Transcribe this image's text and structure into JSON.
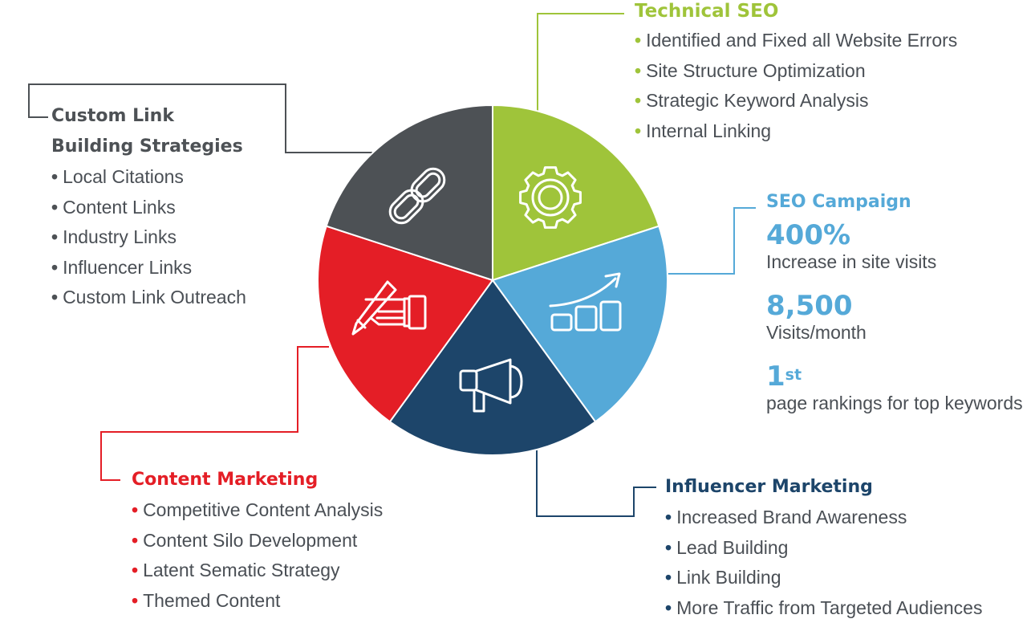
{
  "colors": {
    "dark_gray": "#4d5155",
    "green": "#9fc43a",
    "light_blue": "#55a9d8",
    "navy": "#1d456a",
    "red": "#e41e26",
    "text": "#4a4f55"
  },
  "segments": [
    {
      "name": "technical-seo",
      "color": "#9fc43a",
      "icon": "gear-icon"
    },
    {
      "name": "seo-campaign",
      "color": "#55a9d8",
      "icon": "growth-chart-icon"
    },
    {
      "name": "influencer-marketing",
      "color": "#1d456a",
      "icon": "megaphone-icon"
    },
    {
      "name": "content-marketing",
      "color": "#e41e26",
      "icon": "hand-pencil-icon"
    },
    {
      "name": "custom-link-building",
      "color": "#4d5155",
      "icon": "chain-link-icon"
    }
  ],
  "technical_seo": {
    "title": "Technical SEO",
    "items": [
      "Identified and Fixed all Website Errors",
      "Site Structure Optimization",
      "Strategic Keyword Analysis",
      "Internal Linking"
    ]
  },
  "custom_link": {
    "title_line1": "Custom Link",
    "title_line2": "Building Strategies",
    "items": [
      "Local Citations",
      "Content Links",
      "Industry Links",
      "Influencer Links",
      "Custom Link Outreach"
    ]
  },
  "seo_campaign": {
    "title": "SEO Campaign",
    "stats": [
      {
        "value": "400%",
        "sup": "",
        "label": "Increase in site visits"
      },
      {
        "value": "8,500",
        "sup": "",
        "label": "Visits/month"
      },
      {
        "value": "1",
        "sup": "st",
        "label": "page rankings for top keywords"
      }
    ]
  },
  "content_marketing": {
    "title": "Content Marketing",
    "items": [
      "Competitive Content Analysis",
      "Content Silo Development",
      "Latent Sematic Strategy",
      "Themed Content"
    ]
  },
  "influencer_marketing": {
    "title": "Influencer Marketing",
    "items": [
      "Increased Brand Awareness",
      "Lead Building",
      "Link Building",
      "More Traffic from Targeted Audiences"
    ]
  }
}
